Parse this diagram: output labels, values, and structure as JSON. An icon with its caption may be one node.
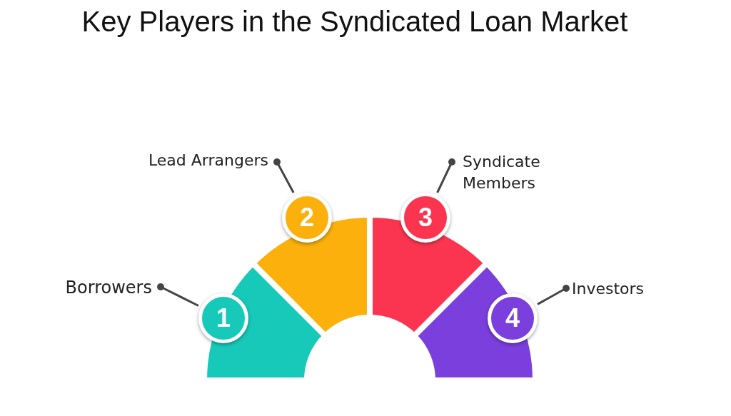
{
  "diagram": {
    "title": "Key Players in the Syndicated Loan Market",
    "nodes": [
      {
        "text": [
          "Borrowers"
        ]
      },
      {
        "text": [
          "1"
        ]
      },
      {
        "text": [
          "Lead Arrangers"
        ]
      },
      {
        "text": [
          "2"
        ]
      },
      {
        "text": [
          "Syndicate Members"
        ]
      },
      {
        "text": [
          "3"
        ]
      },
      {
        "text": [
          "Investors"
        ]
      },
      {
        "text": [
          "4"
        ]
      }
    ],
    "edges": [
      {
        "from": 0,
        "to": 1,
        "arrow": "other"
      },
      {
        "from": 2,
        "to": 3,
        "arrow": "other"
      },
      {
        "from": 4,
        "to": 5,
        "arrow": "other"
      },
      {
        "from": 6,
        "to": 7,
        "arrow": "other"
      }
    ]
  }
}
